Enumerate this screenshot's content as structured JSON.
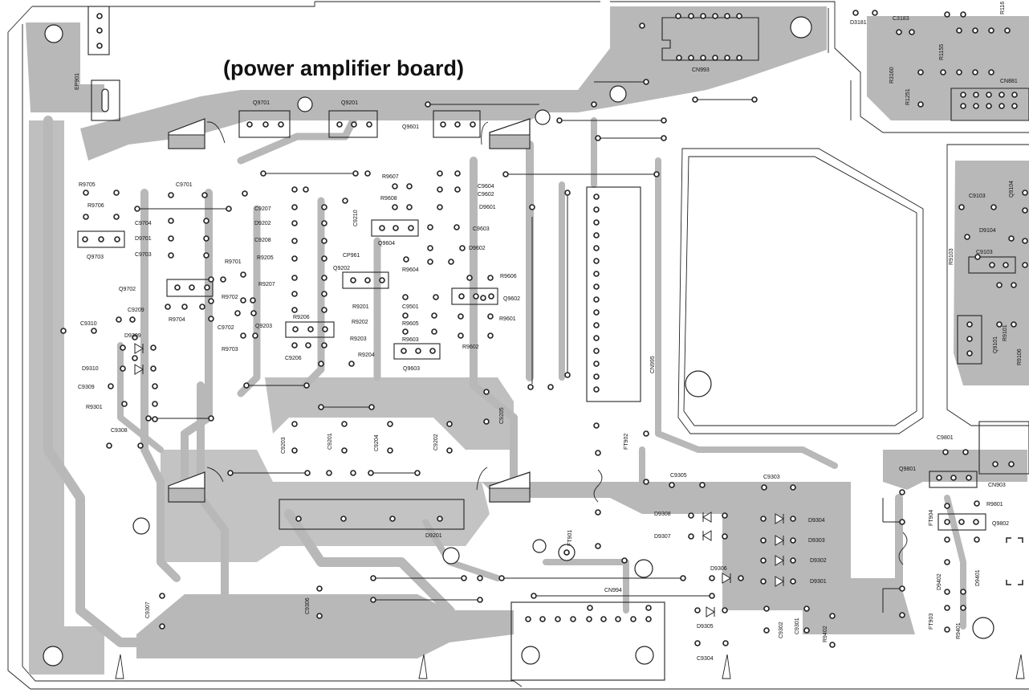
{
  "title": "(power amplifier board)",
  "labels": {
    "EP901": "EP901",
    "Q9701": "Q9701",
    "Q9201": "Q9201",
    "Q9601": "Q9601",
    "R9705": "R9705",
    "R9706": "R9706",
    "Q9703": "Q9703",
    "C9701": "C9701",
    "C9704": "C9704",
    "D9701": "D9701",
    "C9703": "C9703",
    "R9701": "R9701",
    "R9702": "R9702",
    "R9704": "R9704",
    "C9702": "C9702",
    "R9703": "R9703",
    "Q9702": "Q9702",
    "C9310": "C9310",
    "C9209": "C9209",
    "D9309": "D9309",
    "D9310": "D9310",
    "C9309": "C9309",
    "R9301": "R9301",
    "C9308": "C9308",
    "C9207": "C9207",
    "D9202": "D9202",
    "C9208": "C9208",
    "R9205": "R9205",
    "R9207": "R9207",
    "Q9203": "Q9203",
    "R9206": "R9206",
    "C9206": "C9206",
    "Q9202": "Q9202",
    "R9201": "R9201",
    "R9202": "R9202",
    "R9203": "R9203",
    "R9204": "R9204",
    "C9210": "C9210",
    "CP961": "CP961",
    "R9607": "R9607",
    "R9608": "R9608",
    "Q9604": "Q9604",
    "C9604": "C9604",
    "C9602": "C9602",
    "D9601": "D9601",
    "C9603": "C9603",
    "D9602": "D9602",
    "R9604": "R9604",
    "R9606": "R9606",
    "Q9602": "Q9602",
    "C9501": "C9501",
    "R9605": "R9605",
    "R9603": "R9603",
    "R9601": "R9601",
    "R9602": "R9602",
    "Q9603": "Q9603",
    "C9203": "C9203",
    "C9201": "C9201",
    "C9204": "C9204",
    "C9202": "C9202",
    "C9205": "C9205",
    "D9201": "D9201",
    "CN993": "CN993",
    "CN995": "CN995",
    "FT902": "FT902",
    "FT901": "FT901",
    "CN994": "CN994",
    "C9306": "C9306",
    "C9307": "C9307",
    "C9305": "C9305",
    "C9303": "C9303",
    "D9308": "D9308",
    "D9307": "D9307",
    "D9304": "D9304",
    "D9303": "D9303",
    "D9302": "D9302",
    "D9301": "D9301",
    "D9306": "D9306",
    "D9305": "D9305",
    "C9304": "C9304",
    "C9302": "C9302",
    "C9301": "C9301",
    "R9402": "R9402",
    "FT903": "FT903",
    "R9401": "R9401",
    "D9402": "D9402",
    "D9401": "D9401",
    "FT904": "FT904",
    "C9801": "C9801",
    "Q9801": "Q9801",
    "CN903": "CN903",
    "R9801": "R9801",
    "Q9802": "Q9802",
    "D3181": "D3181",
    "C3183": "C3183",
    "R3160": "R3160",
    "R1251": "R1251",
    "CN881": "CN881",
    "C9103": "C9103",
    "D9104": "D9104",
    "R9103": "R9103",
    "Q9101": "Q9101",
    "R9101": "R9101",
    "R9106": "R9106",
    "Q9104": "Q9104",
    "R1155": "R1155",
    "R116": "R116"
  }
}
